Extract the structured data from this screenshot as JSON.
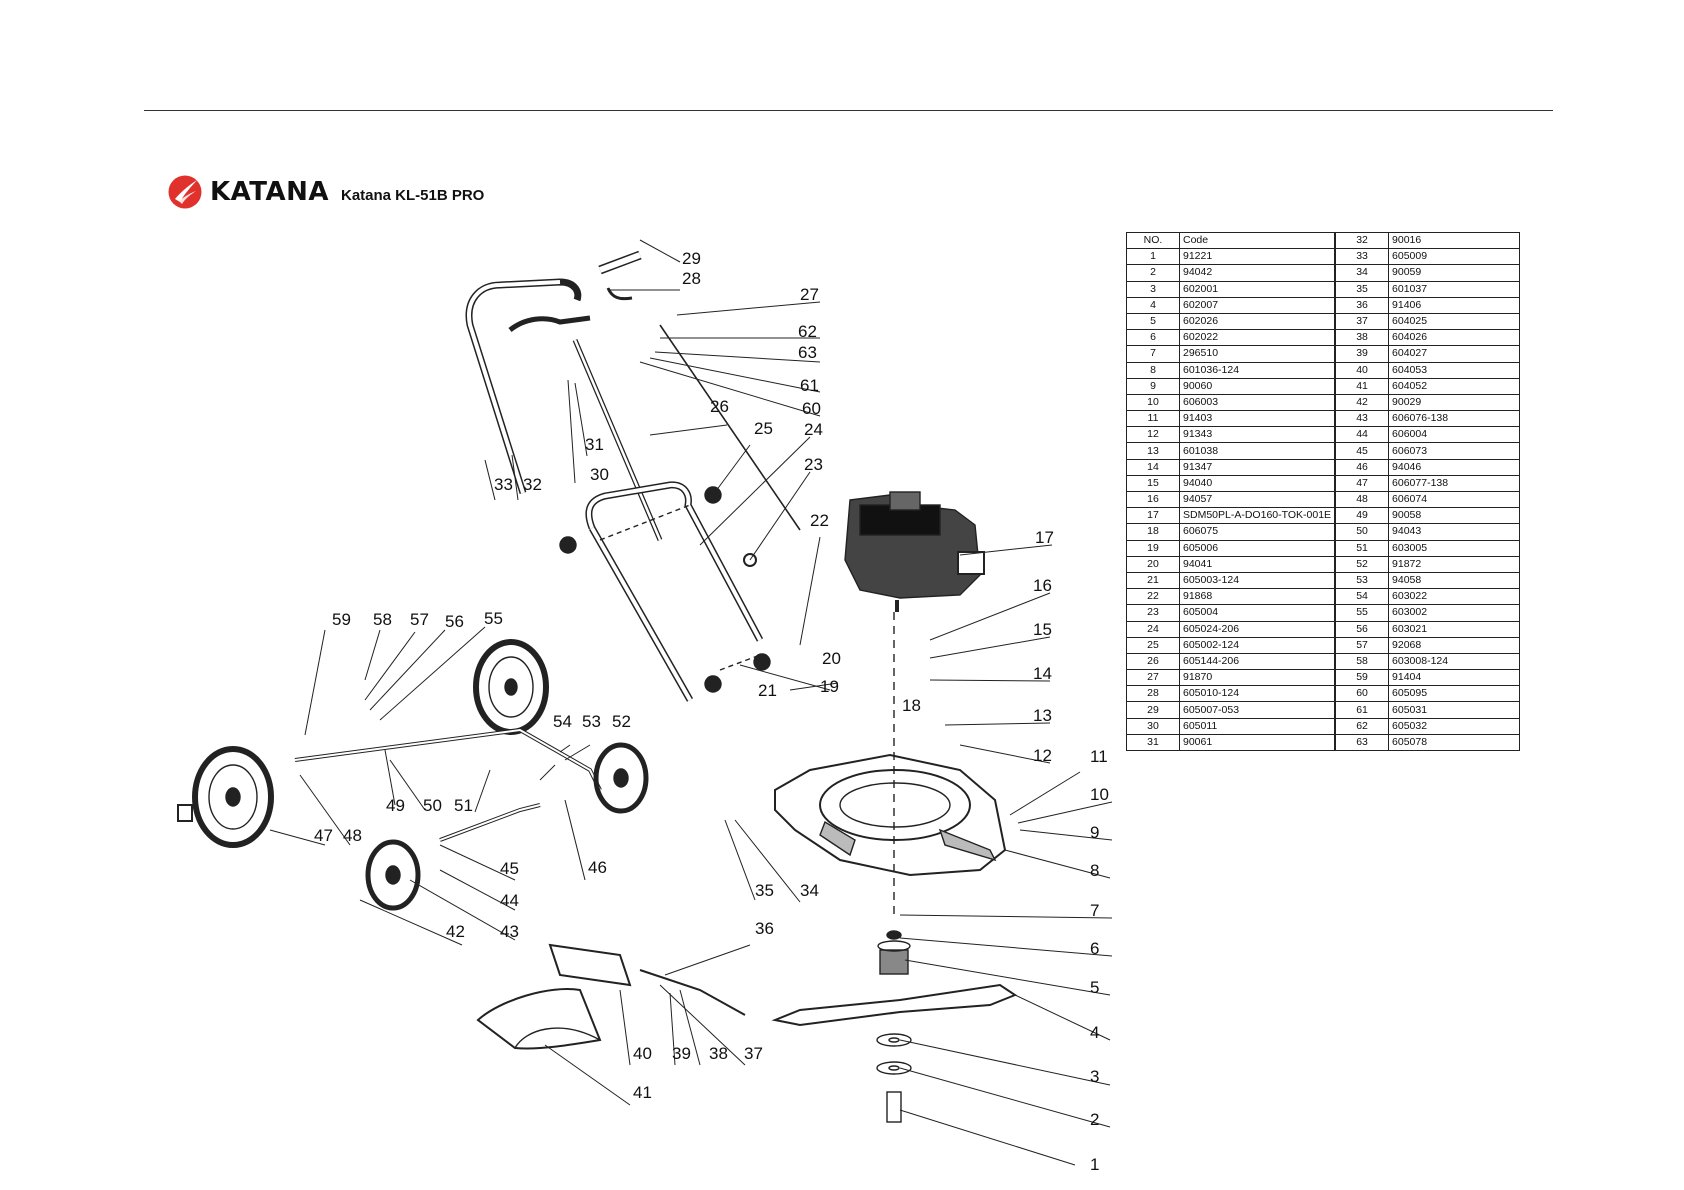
{
  "header": {
    "brand": "KATANA",
    "model": "Katana KL-51B PRO",
    "logo_icon": "katana-swoosh-icon",
    "brand_color": "#e0312d"
  },
  "diagram": {
    "callouts": [
      "1",
      "2",
      "3",
      "4",
      "5",
      "6",
      "7",
      "8",
      "9",
      "10",
      "11",
      "12",
      "13",
      "14",
      "15",
      "16",
      "17",
      "18",
      "19",
      "20",
      "21",
      "22",
      "23",
      "24",
      "25",
      "26",
      "27",
      "28",
      "29",
      "30",
      "31",
      "32",
      "33",
      "34",
      "35",
      "36",
      "37",
      "38",
      "39",
      "40",
      "41",
      "42",
      "43",
      "44",
      "45",
      "46",
      "47",
      "48",
      "49",
      "50",
      "51",
      "52",
      "53",
      "54",
      "55",
      "56",
      "57",
      "58",
      "59",
      "60",
      "61",
      "62",
      "63"
    ]
  },
  "parts_table": {
    "headers": [
      "NO.",
      "Code"
    ],
    "left": [
      [
        "1",
        "91221"
      ],
      [
        "2",
        "94042"
      ],
      [
        "3",
        "602001"
      ],
      [
        "4",
        "602007"
      ],
      [
        "5",
        "602026"
      ],
      [
        "6",
        "602022"
      ],
      [
        "7",
        "296510"
      ],
      [
        "8",
        "601036-124"
      ],
      [
        "9",
        "90060"
      ],
      [
        "10",
        "606003"
      ],
      [
        "11",
        "91403"
      ],
      [
        "12",
        "91343"
      ],
      [
        "13",
        "601038"
      ],
      [
        "14",
        "91347"
      ],
      [
        "15",
        "94040"
      ],
      [
        "16",
        "94057"
      ],
      [
        "17",
        "SDM50PL-A-DO160-TOK-001E"
      ],
      [
        "18",
        "606075"
      ],
      [
        "19",
        "605006"
      ],
      [
        "20",
        "94041"
      ],
      [
        "21",
        "605003-124"
      ],
      [
        "22",
        "91868"
      ],
      [
        "23",
        "605004"
      ],
      [
        "24",
        "605024-206"
      ],
      [
        "25",
        "605002-124"
      ],
      [
        "26",
        "605144-206"
      ],
      [
        "27",
        "91870"
      ],
      [
        "28",
        "605010-124"
      ],
      [
        "29",
        "605007-053"
      ],
      [
        "30",
        "605011"
      ],
      [
        "31",
        "90061"
      ]
    ],
    "right": [
      [
        "32",
        "90016"
      ],
      [
        "33",
        "605009"
      ],
      [
        "34",
        "90059"
      ],
      [
        "35",
        "601037"
      ],
      [
        "36",
        "91406"
      ],
      [
        "37",
        "604025"
      ],
      [
        "38",
        "604026"
      ],
      [
        "39",
        "604027"
      ],
      [
        "40",
        "604053"
      ],
      [
        "41",
        "604052"
      ],
      [
        "42",
        "90029"
      ],
      [
        "43",
        "606076-138"
      ],
      [
        "44",
        "606004"
      ],
      [
        "45",
        "606073"
      ],
      [
        "46",
        "94046"
      ],
      [
        "47",
        "606077-138"
      ],
      [
        "48",
        "606074"
      ],
      [
        "49",
        "90058"
      ],
      [
        "50",
        "94043"
      ],
      [
        "51",
        "603005"
      ],
      [
        "52",
        "91872"
      ],
      [
        "53",
        "94058"
      ],
      [
        "54",
        "603022"
      ],
      [
        "55",
        "603002"
      ],
      [
        "56",
        "603021"
      ],
      [
        "57",
        "92068"
      ],
      [
        "58",
        "603008-124"
      ],
      [
        "59",
        "91404"
      ],
      [
        "60",
        "605095"
      ],
      [
        "61",
        "605031"
      ],
      [
        "62",
        "605032"
      ],
      [
        "63",
        "605078"
      ]
    ]
  }
}
